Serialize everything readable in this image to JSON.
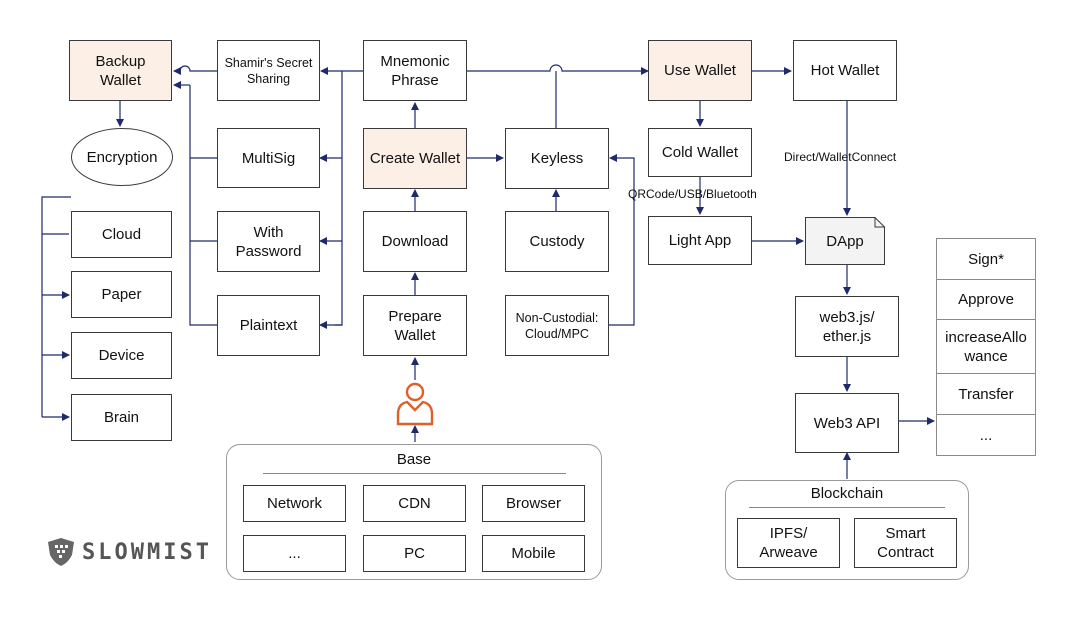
{
  "nodes": {
    "backup_wallet": "Backup Wallet",
    "shamir": "Shamir's Secret Sharing",
    "mnemonic": "Mnemonic Phrase",
    "use_wallet": "Use Wallet",
    "hot_wallet": "Hot Wallet",
    "encryption": "Encryption",
    "multisig": "MultiSig",
    "create_wallet": "Create Wallet",
    "keyless": "Keyless",
    "cold_wallet": "Cold Wallet",
    "cloud": "Cloud",
    "paper": "Paper",
    "device": "Device",
    "brain": "Brain",
    "with_password": "With Password",
    "download": "Download",
    "custody": "Custody",
    "light_app": "Light App",
    "dapp": "DApp",
    "plaintext": "Plaintext",
    "prepare_wallet": "Prepare Wallet",
    "non_custodial": "Non-Custodial: Cloud/MPC",
    "web3js": "web3.js/ ether.js",
    "web3_api": "Web3 API"
  },
  "edge_labels": {
    "qrcode": "QRCode/USB/Bluetooth",
    "walletconnect": "Direct/WalletConnect"
  },
  "actions": [
    "Sign*",
    "Approve",
    "increaseAllowance",
    "Transfer",
    "..."
  ],
  "base": {
    "title": "Base",
    "items": [
      "Network",
      "CDN",
      "Browser",
      "...",
      "PC",
      "Mobile"
    ]
  },
  "blockchain": {
    "title": "Blockchain",
    "items": [
      "IPFS/ Arweave",
      "Smart Contract"
    ]
  },
  "brand": {
    "name": "SLOWMIST",
    "logo_icon": "slowmist-shield-icon"
  },
  "colors": {
    "arrow": "#1f2a6b",
    "highlight": "#fcefe6",
    "user_icon": "#e0602b"
  }
}
